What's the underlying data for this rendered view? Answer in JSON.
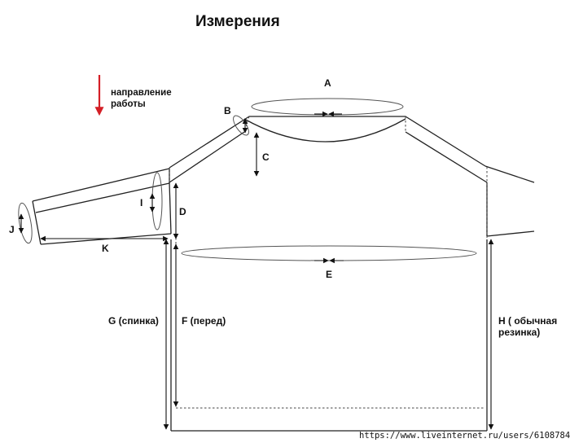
{
  "title": "Измерения",
  "direction_note": {
    "line1": "направление",
    "line2": "работы",
    "arrow_color": "#d41f26"
  },
  "labels": {
    "A": "A",
    "B": "B",
    "C": "C",
    "D": "D",
    "E": "E",
    "F": "F (перед)",
    "G": "G (спинка)",
    "H_line1": "H ( обычная",
    "H_line2": "резинка)",
    "I": "I",
    "J": "J",
    "K": "K"
  },
  "watermark": "https://www.liveinternet.ru/users/6108784/"
}
